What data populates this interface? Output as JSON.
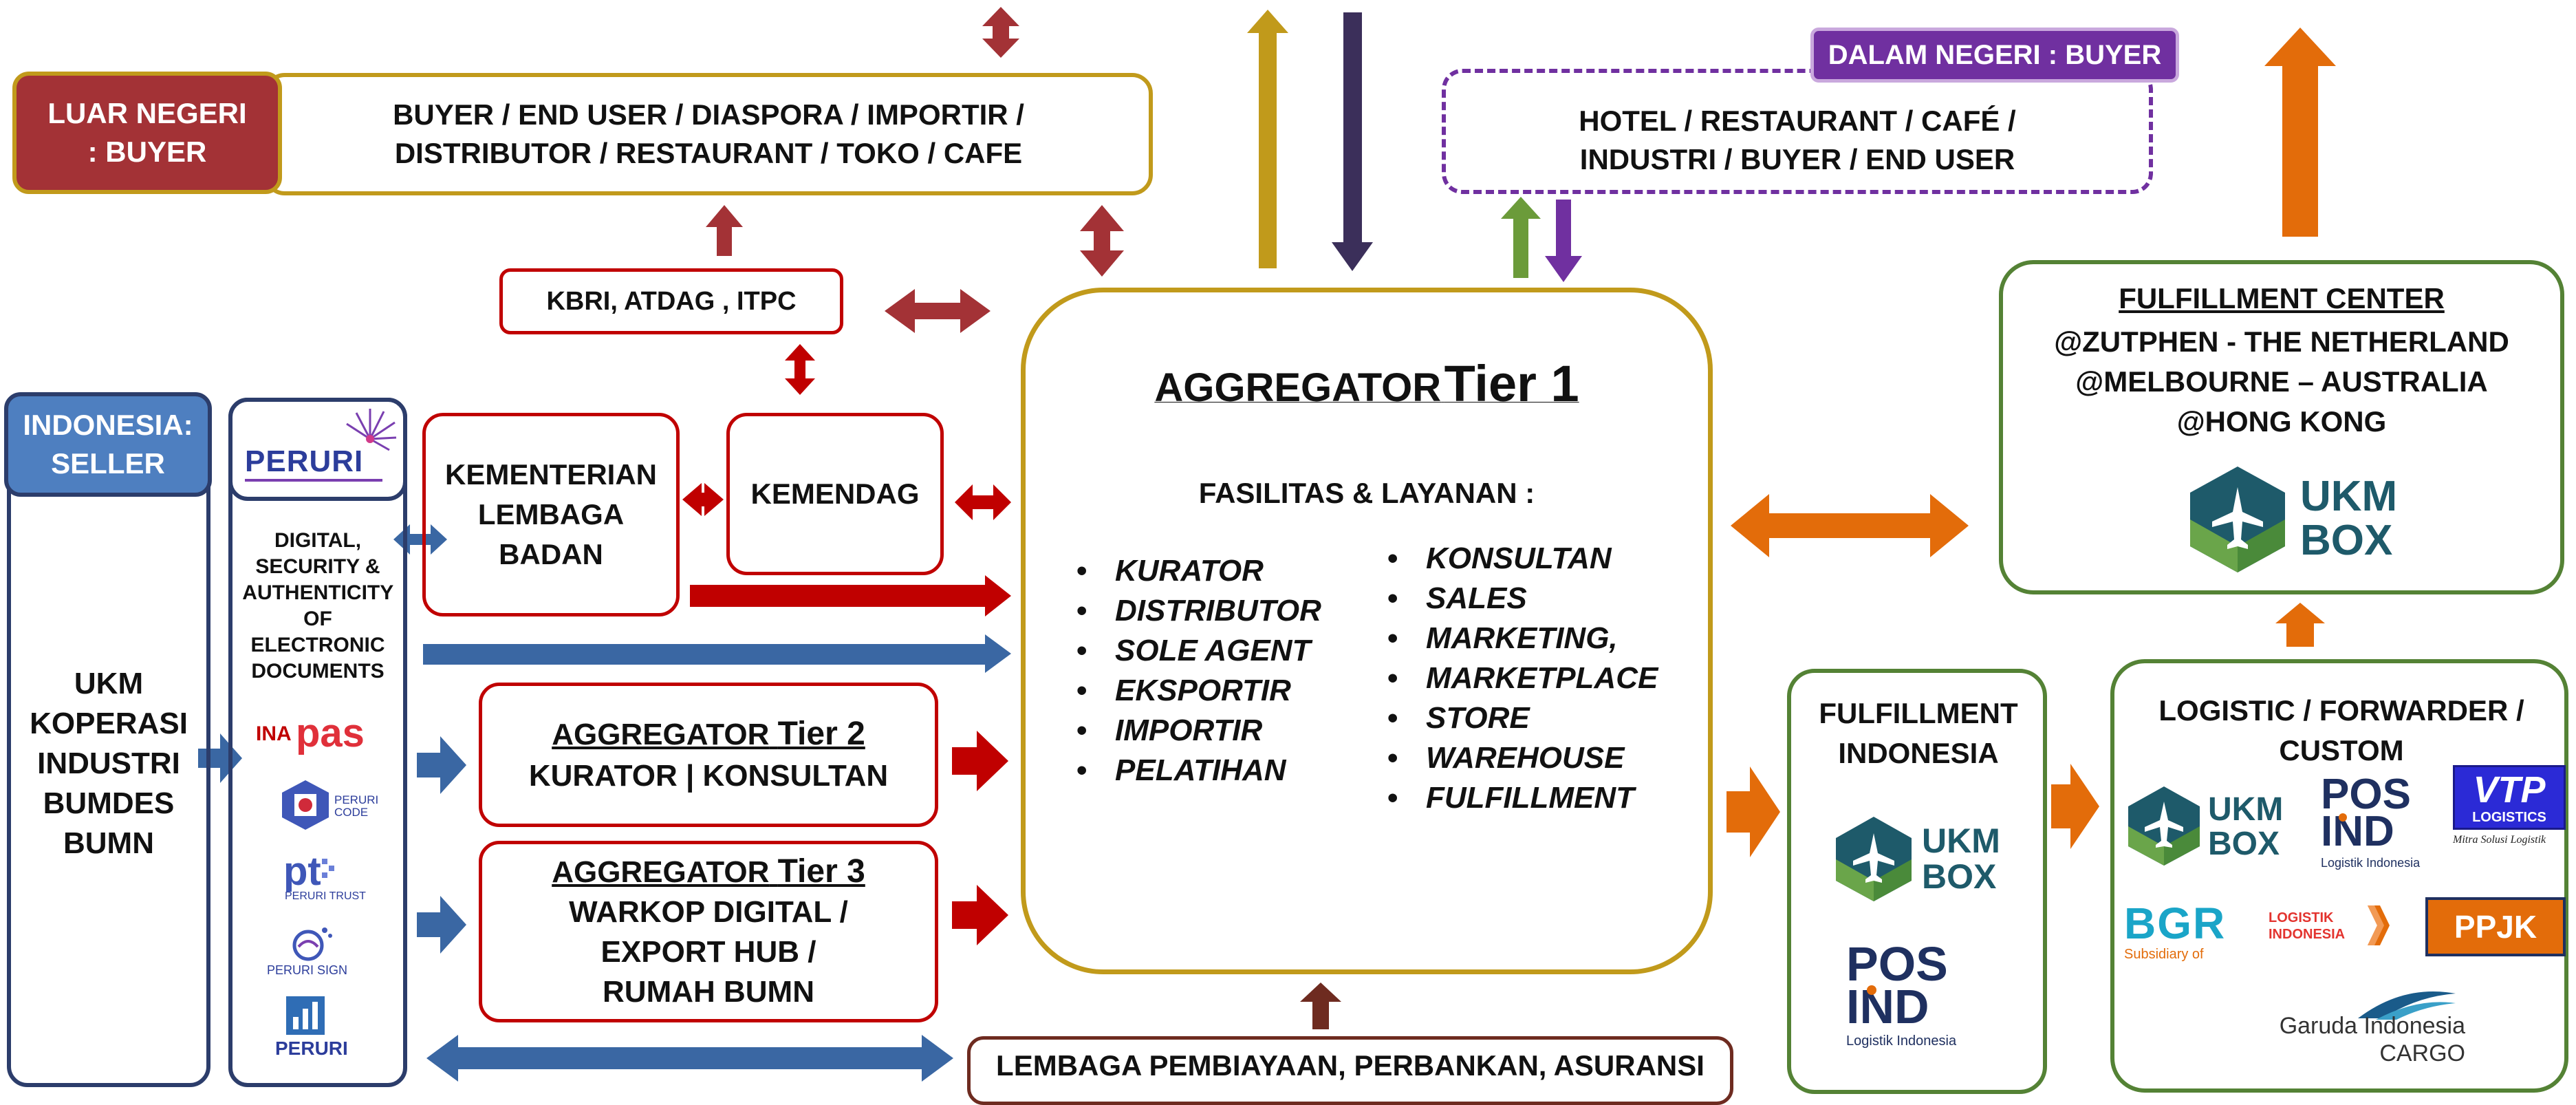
{
  "colors": {
    "dark_red": "#a33236",
    "red": "#c00000",
    "gold": "#c19a1b",
    "blue": "#3a67a3",
    "navy": "#2c3d6b",
    "purple": "#7030a0",
    "green": "#548235",
    "orange": "#e36c0a",
    "maroon": "#6e2b20",
    "ukm_teal": "#1e5a6a",
    "ukm_green": "#4a8a3a"
  },
  "luar_negeri": {
    "label": "LUAR NEGERI : BUYER",
    "buyers": "BUYER / END USER / DIASPORA / IMPORTIR / DISTRIBUTOR / RESTAURANT / TOKO / CAFE"
  },
  "dalam_negeri": {
    "label": "DALAM NEGERI : BUYER",
    "buyers": "HOTEL / RESTAURANT / CAFÉ / INDUSTRI / BUYER / END USER"
  },
  "kbri": "KBRI, ATDAG , ITPC",
  "indonesia_seller": {
    "label": "INDONESIA: SELLER",
    "sellers": "UKM KOPERASI INDUSTRI BUMDES BUMN"
  },
  "peruri": {
    "logo": "PERURI",
    "description": "DIGITAL, SECURITY & AUTHENTICITY OF ELECTRONIC DOCUMENTS",
    "products": [
      {
        "icon": "inapas-logo",
        "name": "INA",
        "name2": "pas"
      },
      {
        "icon": "peruri-code-logo",
        "name": "PERURI CODE"
      },
      {
        "icon": "peruri-trust-logo",
        "name": "PERURI TRUST"
      },
      {
        "icon": "peruri-sign-logo",
        "name": "PERURI SIGN"
      },
      {
        "icon": "peruri-graph-logo",
        "name": "PERURI"
      }
    ]
  },
  "kementerian": "KEMENTERIAN LEMBAGA BADAN",
  "kemendag": "KEMENDAG",
  "tier2": {
    "title": "AGGREGATOR",
    "tier": "Tier 2",
    "sub": "KURATOR | KONSULTAN"
  },
  "tier3": {
    "title": "AGGREGATOR",
    "tier": "Tier 3",
    "sub": "WARKOP DIGITAL / EXPORT HUB / RUMAH BUMN"
  },
  "tier1": {
    "title": "AGGREGATOR",
    "tier": "Tier 1",
    "subtitle": "FASILITAS & LAYANAN :",
    "left_services": [
      "KURATOR",
      "DISTRIBUTOR",
      "SOLE AGENT",
      "EKSPORTIR",
      "IMPORTIR",
      "PELATIHAN"
    ],
    "right_services": [
      "KONSULTAN",
      "SALES",
      "MARKETING,",
      "MARKETPLACE",
      "STORE",
      "WAREHOUSE",
      "FULFILLMENT"
    ]
  },
  "lembaga": "LEMBAGA PEMBIAYAAN, PERBANKAN, ASURANSI",
  "fulfillment_center": {
    "title": "FULFILLMENT CENTER",
    "locations": [
      "@ZUTPHEN - THE NETHERLAND",
      "@MELBOURNE – AUSTRALIA",
      "@HONG KONG"
    ]
  },
  "ukm_box": {
    "line1": "UKM",
    "line2": "BOX"
  },
  "fulfillment_indonesia": "FULFILLMENT INDONESIA",
  "posind": {
    "line1": "POS",
    "line2": "IND",
    "tagline": "Logistik Indonesia"
  },
  "logistic": {
    "title": "LOGISTIC / FORWARDER / CUSTOM",
    "vtp": {
      "name": "VTP",
      "sub": "LOGISTICS",
      "tagline": "Mitra Solusi Logistik"
    },
    "bgr": {
      "name": "BGR",
      "sub": "Subsidiary of",
      "right": "LOGISTIK INDONESIA"
    },
    "ppjk": "PPJK",
    "garuda": {
      "line1": "Garuda Indonesia",
      "line2": "CARGO"
    }
  }
}
